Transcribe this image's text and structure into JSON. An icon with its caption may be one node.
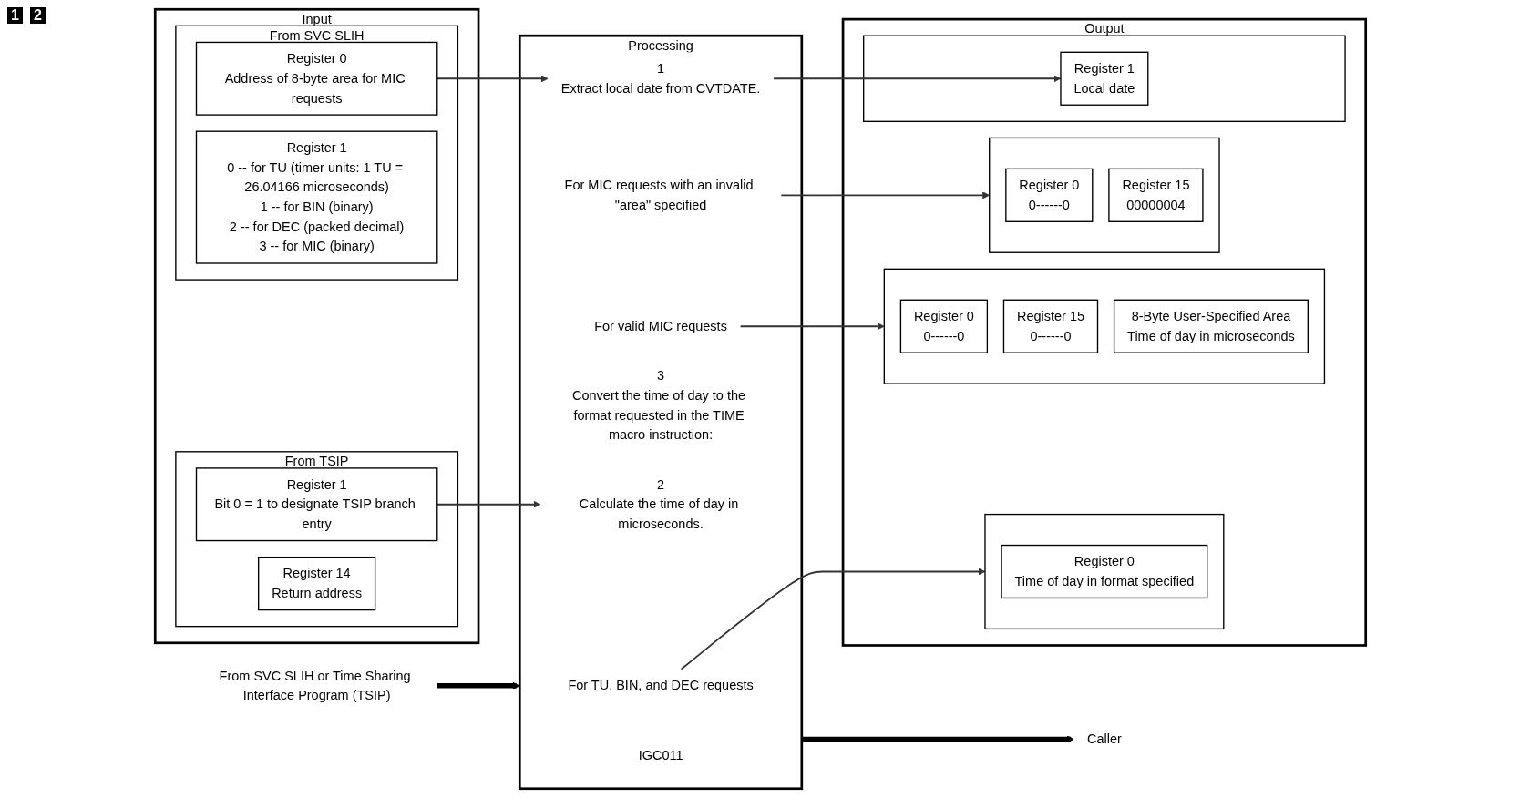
{
  "diagram": {
    "nodes": [
      {
        "text": [
          "Input"
        ]
      },
      {
        "text": [
          "From SVC SLIH"
        ],
        "in": 0
      },
      {
        "text": [
          "Register 0",
          "Address of 8-byte area for MIC requests"
        ],
        "in": 1
      },
      {
        "text": [
          "Register 1",
          "0 -- for TU (timer units: 1 TU = 26.04166 microseconds)",
          "1 -- for BIN (binary)",
          "2 -- for DEC (packed decimal)",
          "3 -- for MIC (binary)"
        ],
        "in": 1
      },
      {
        "text": [
          "From TSIP"
        ],
        "in": 0
      },
      {
        "text": [
          "Register 1",
          "Bit 0 = 1 to designate TSIP branch entry"
        ],
        "in": 4
      },
      {
        "text": [
          "Register 14",
          "Return address"
        ],
        "in": 4
      },
      {
        "text": [
          "From SVC SLIH or Time Sharing Interface Program (TSIP)"
        ]
      },
      {
        "text": [
          "Processing"
        ]
      },
      {
        "text": [
          "IGC011"
        ],
        "in": 8
      },
      {
        "text": [
          "1",
          "Extract local date from CVTDATE."
        ],
        "in": 8
      },
      {
        "text": [
          "2",
          "Calculate the time of day in microseconds."
        ],
        "in": 8
      },
      {
        "text": [
          "3",
          "Convert the time of day to the format requested in the TIME macro instruction:"
        ],
        "in": 8
      },
      {
        "text": [
          "For MIC requests with an invalid \"area\" specified"
        ],
        "in": 8
      },
      {
        "text": [
          "For valid MIC requests"
        ],
        "in": 8
      },
      {
        "text": [
          "For TU, BIN, and DEC requests"
        ],
        "in": 8
      },
      {
        "text": [
          "Caller"
        ]
      },
      {
        "text": [
          "Output"
        ]
      },
      {
        "text": [],
        "shape": "box",
        "in": 17
      },
      {
        "text": [
          "Register 1",
          "Local date"
        ],
        "in": 18
      },
      {
        "text": [],
        "shape": "box",
        "in": 17
      },
      {
        "text": [
          "Register 0",
          "0------0"
        ],
        "in": 20
      },
      {
        "text": [
          "Register 15",
          "00000004"
        ],
        "in": 20
      },
      {
        "text": [],
        "shape": "box",
        "in": 17
      },
      {
        "text": [
          "Register 0",
          "0------0"
        ],
        "in": 23
      },
      {
        "text": [
          "Register 15",
          "0------0"
        ],
        "in": 23
      },
      {
        "text": [
          "8-Byte User-Specified Area",
          "Time of day in microseconds"
        ],
        "in": 23
      },
      {
        "text": [],
        "shape": "box",
        "in": 17
      },
      {
        "text": [
          "Register 0",
          "Time of day in format specified"
        ],
        "in": 27
      }
    ],
    "edges": [
      {
        "from": 7,
        "to": 8,
        "arrow": "to",
        "style": "thick"
      },
      {
        "from": 2,
        "to": 10,
        "arrow": "to"
      },
      {
        "from": 5,
        "to": 11,
        "arrow": "to"
      },
      {
        "from": 8,
        "to": 16,
        "arrow": "to",
        "style": "thick"
      },
      {
        "from": 10,
        "to": 19,
        "arrow": "to"
      },
      {
        "from": 13,
        "to": 20,
        "arrow": "to"
      },
      {
        "from": 14,
        "to": 23,
        "arrow": "to"
      },
      {
        "from": 15,
        "to": 27,
        "arrow": "to"
      }
    ],
    "labels": [
      "1",
      "2"
    ]
  }
}
